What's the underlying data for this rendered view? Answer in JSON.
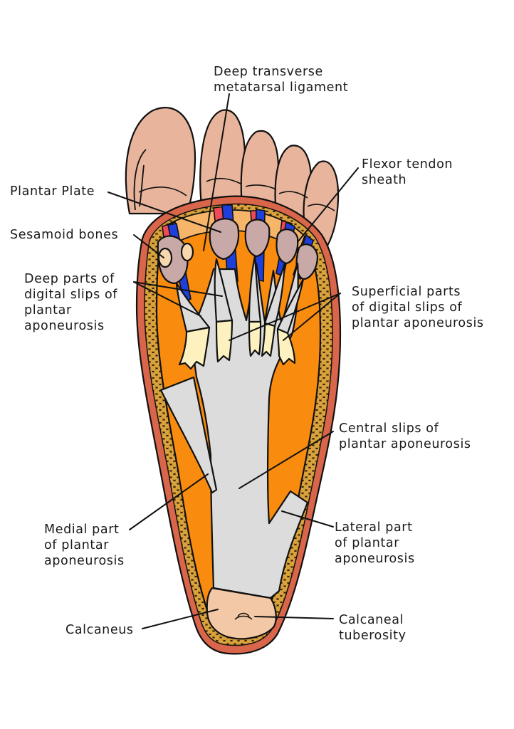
{
  "labels": {
    "deep_transverse": [
      "Deep transverse",
      "metatarsal ligament"
    ],
    "flexor_tendon": [
      "Flexor tendon",
      "sheath"
    ],
    "plantar_plate": [
      "Plantar Plate"
    ],
    "sesamoid": [
      "Sesamoid bones"
    ],
    "deep_parts": [
      "Deep parts of",
      "digital slips of",
      "plantar",
      "aponeurosis"
    ],
    "superficial_parts": [
      "Superficial parts",
      "of digital slips of",
      "plantar aponeurosis"
    ],
    "central_slips": [
      "Central slips of",
      "plantar aponeurosis"
    ],
    "medial_part": [
      "Medial part",
      "of plantar",
      "aponeurosis"
    ],
    "lateral_part": [
      "Lateral part",
      "of plantar",
      "aponeurosis"
    ],
    "calcaneus": [
      "Calcaneus"
    ],
    "calcaneal_tuberosity": [
      "Calcaneal",
      "tuberosity"
    ]
  },
  "colors": {
    "skin": "#e8b49c",
    "skin_edge": "#d9654a",
    "fat": "#d9a23a",
    "muscle": "#f98c0f",
    "aponeurosis": "#dcdcdc",
    "slip_tip": "#fdf2bf",
    "plate": "#f7b56a",
    "vein": "#1f3fdb",
    "artery": "#ef4a5a",
    "sesamoid": "#f7d7ae",
    "sheath": "#c9a9a7",
    "calcaneus": "#f3c8a6"
  }
}
